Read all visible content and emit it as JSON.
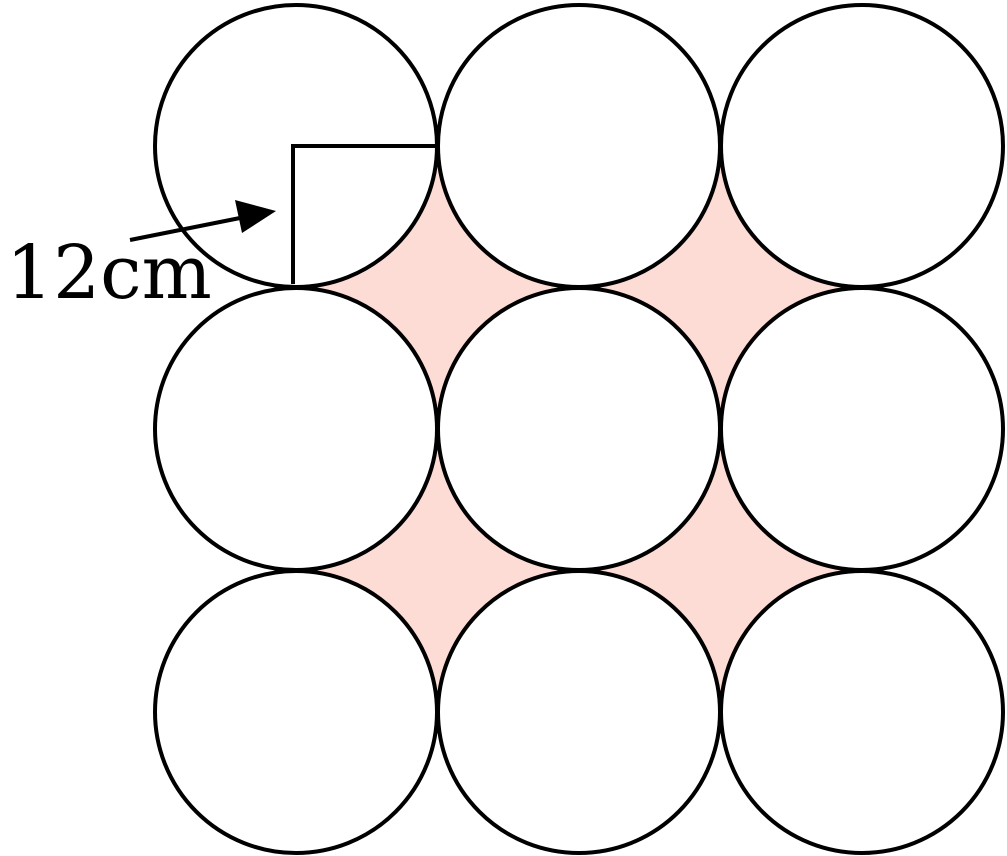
{
  "diagram": {
    "label": "12cm",
    "grid": {
      "rows": 3,
      "cols": 3
    },
    "colors": {
      "gap_fill": "#fddcd6",
      "stroke": "#000000",
      "circle_fill": "#ffffff"
    }
  }
}
